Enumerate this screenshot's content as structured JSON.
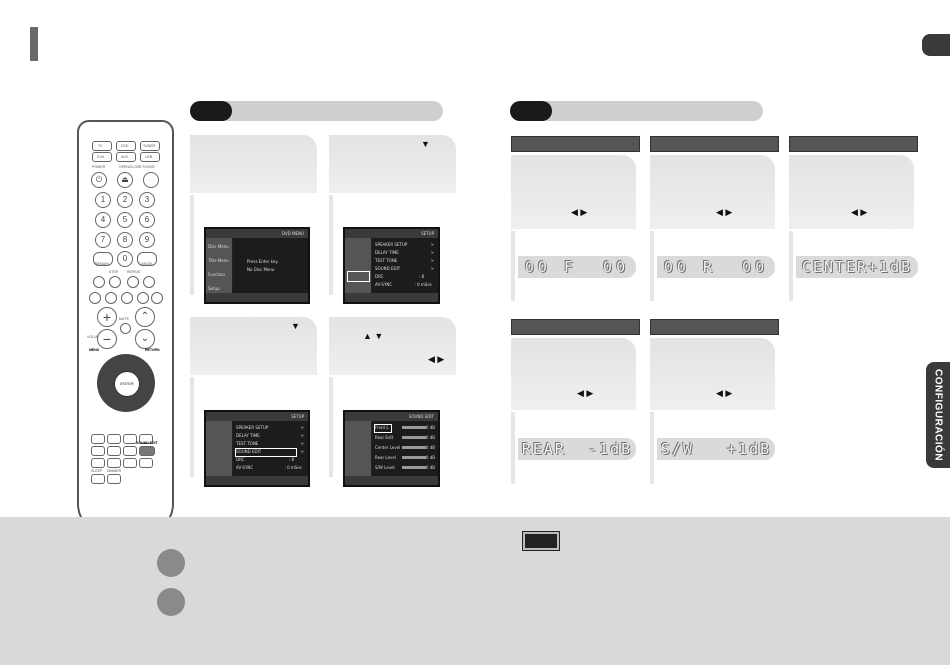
{
  "config_label": "CONFIGURACIÓN",
  "screens": {
    "s1": {
      "header": "DVD MENU",
      "tabs": [
        "Disc Menu",
        "Title Menu",
        "Function",
        "Setup"
      ],
      "line1": "Press Enter key.",
      "line2": "No Disc Menu"
    },
    "s2": {
      "header": "SETUP",
      "items": [
        "SPEAKER SETUP",
        "DELAY TIME",
        "TEST TONE",
        "SOUND EDIT",
        "DRC",
        "AV-SYNC"
      ],
      "values": [
        ">",
        ">",
        ">",
        ">",
        ": 8",
        ": 0 mSec"
      ]
    },
    "s3": {
      "header": "SETUP",
      "items": [
        "SPEAKER SETUP",
        "DELAY TIME",
        "TEST TONE",
        "SOUND EDIT",
        "DRC",
        "AV-SYNC"
      ],
      "values": [
        ">",
        ">",
        ">",
        ">",
        ": 8",
        ": 0 mSec"
      ]
    },
    "s4": {
      "header": "SOUND EDIT",
      "items": [
        "Front L",
        "Rear Edit",
        "Center Level",
        "Rear Level",
        "S/W Level"
      ],
      "values": [
        "0 dB",
        "0 dB",
        "0 dB",
        "0 dB",
        "0 dB"
      ]
    }
  },
  "lcd": {
    "front": "00 F  00",
    "rear_mode": "00 R  00",
    "center": "CENTER+1dB",
    "rear": "REAR  -1dB",
    "sw": "S/W   +1dB"
  },
  "remote": {
    "source_buttons": [
      "TV",
      "DVD",
      "TUNER",
      "D.IN",
      "AUX",
      "USB"
    ],
    "power_label": "POWER",
    "open_label": "OPEN/CLOSE",
    "tv_dvd_label": "TV/DVD",
    "digits": [
      "1",
      "2",
      "3",
      "4",
      "5",
      "6",
      "7",
      "8",
      "9",
      "0"
    ],
    "remain_label": "REMAIN",
    "cancel_label": "CANCEL",
    "step_label": "STEP",
    "repeat_label": "REPEAT",
    "mute_label": "MUTE",
    "volume_label": "VOLUME",
    "tuning_label": "TUNING/CH",
    "menu_label": "MENU",
    "return_label": "RETURN",
    "enter_label": "ENTER",
    "sound_edit_label": "SOUND EDIT",
    "sleep_label": "SLEEP",
    "dimmer_label": "DIMMER"
  }
}
